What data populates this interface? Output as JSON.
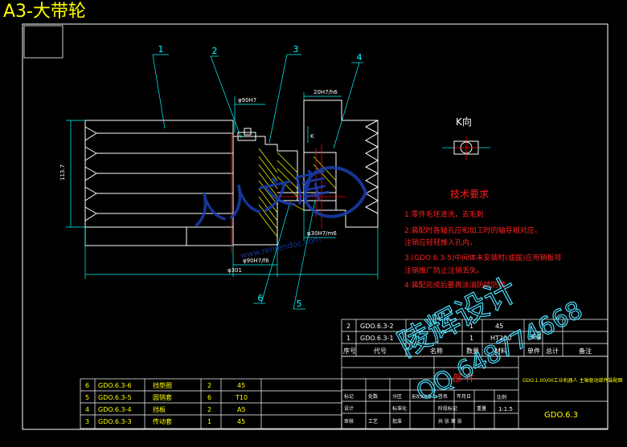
{
  "sheet_title": "A3-大带轮",
  "balloons": [
    "1",
    "2",
    "3",
    "4",
    "5",
    "6"
  ],
  "view_label": "K向",
  "dimensions": {
    "d_top": "φ90H7",
    "d_hub": "20H7/h6",
    "d_left_vertical": "113.7",
    "d_bore": "φ30H7/m6",
    "d_bottom1": "φ90H7/f6",
    "d_overall": "φ301",
    "k_mark": "K"
  },
  "tech_requirements": {
    "heading": "技术要求",
    "items": [
      "1.零件毛坯清洗，去毛刺",
      "2.装配时各轴孔应和加工时的轴导相对应，",
      "  注销应轻轻推入孔内，",
      "3.(GDO.6.3-5)中间体未安装时(或拔)应用销板将",
      "  注销推广防止注销丢失。",
      "4.装配完成后要再涂油防锈防锈"
    ]
  },
  "watermark": {
    "site": "人人文库",
    "url": "www.renrendoc.com",
    "brand": "陵辉设计",
    "qq": "QQ 648774668"
  },
  "upper_parts_table": {
    "rows": [
      {
        "no": "2",
        "code": "GDO.6.3-2",
        "qty": "1",
        "material": "45"
      },
      {
        "no": "1",
        "code": "GDO.6.3-1",
        "qty": "1",
        "material": "HT200"
      }
    ],
    "header": [
      "序号",
      "代号",
      "名称",
      "数量",
      "材料",
      "单件",
      "总计",
      "备注"
    ],
    "mass_label": "质量"
  },
  "lower_parts_table": {
    "rows": [
      {
        "no": "6",
        "code": "GDO.6.3-6",
        "name": "挡垫圈",
        "qty": "2",
        "material": "45"
      },
      {
        "no": "5",
        "code": "GDO.6.3-5",
        "name": "圆销套",
        "qty": "6",
        "material": "T10"
      },
      {
        "no": "4",
        "code": "GDO.6.3-4",
        "name": "挡板",
        "qty": "2",
        "material": "A5"
      },
      {
        "no": "3",
        "code": "GDO.6.3-3",
        "name": "传动套",
        "qty": "1",
        "material": "45"
      }
    ]
  },
  "title_block": {
    "component_label": "部 件",
    "company": "GDO.1.00/00工业机器人 主轴驱动部件装配图",
    "drawing_no": "GDO.6.3",
    "scale": "1:1.5",
    "sign_labels": [
      "标记",
      "处数",
      "分区",
      "更改文件号",
      "签名",
      "年月日"
    ],
    "design_labels": [
      "设计",
      "标准化",
      "阶段标记",
      "重量",
      "比例"
    ],
    "review_labels": [
      "审核",
      "工艺",
      "批准"
    ],
    "stage": "共 张 第 张"
  },
  "colors": {
    "background": "#000000",
    "frame": "#ffffff",
    "outline": "#ffffff",
    "dimension": "#00ffff",
    "hatch": "#ffff00",
    "center": "#ff0000",
    "text_red": "#ff2020",
    "text_yellow": "#ffff00",
    "watermark_blue": "#1a3fb0",
    "brand_cyan": "#4fe0ff"
  }
}
